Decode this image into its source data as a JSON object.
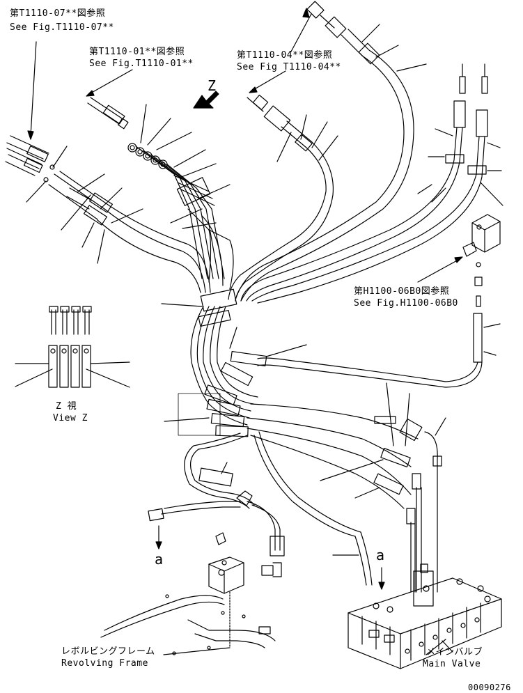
{
  "references": {
    "t1110_07": {
      "jp": "第T1110-07**図参照",
      "en": "See Fig.T1110-07**"
    },
    "t1110_01": {
      "jp": "第T1110-01**図参照",
      "en": "See Fig.T1110-01**"
    },
    "t1110_04": {
      "jp": "第T1110-04**図参照",
      "en": "See Fig T1110-04**"
    },
    "h1100_06b0": {
      "jp": "第H1100-06B0図参照",
      "en": "See Fig.H1100-06B0"
    }
  },
  "view_arrow_letter": "Z",
  "view_z": {
    "jp": "Z 視",
    "en": "View Z"
  },
  "section_marks": [
    "a",
    "a"
  ],
  "revolving_frame": {
    "jp": "レボルビングフレーム",
    "en": "Revolving Frame"
  },
  "main_valve": {
    "jp": "メインバルブ",
    "en": "Main Valve"
  },
  "figure_number": "00090276"
}
